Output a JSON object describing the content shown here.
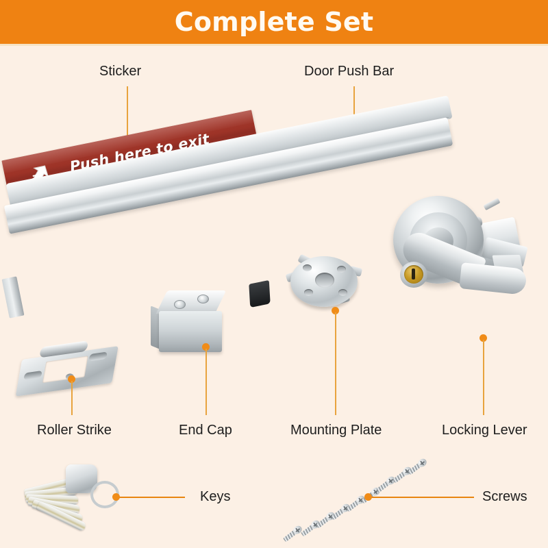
{
  "header": {
    "title": "Complete Set",
    "band_color": "#ef8212",
    "text_color": "#fffaf2"
  },
  "page": {
    "background_color": "#fcf0e5",
    "leader_color": "#e8a33d",
    "dot_color": "#f08c18"
  },
  "sticker": {
    "text": "Push here to exit",
    "color": "#9d3327",
    "text_color": "#fdfcfb",
    "arrow_icon": "push-arrow-icon"
  },
  "callouts": [
    {
      "id": "sticker",
      "label": "Sticker",
      "leader": "vertical"
    },
    {
      "id": "door-push-bar",
      "label": "Door Push Bar",
      "leader": "vertical"
    },
    {
      "id": "roller-strike",
      "label": "Roller Strike",
      "leader": "vertical"
    },
    {
      "id": "end-cap",
      "label": "End Cap",
      "leader": "vertical"
    },
    {
      "id": "mounting-plate",
      "label": "Mounting Plate",
      "leader": "vertical"
    },
    {
      "id": "locking-lever",
      "label": "Locking Lever",
      "leader": "vertical"
    },
    {
      "id": "keys",
      "label": "Keys",
      "leader": "horizontal"
    },
    {
      "id": "screws",
      "label": "Screws",
      "leader": "horizontal"
    }
  ],
  "parts": {
    "push_bar": {
      "name": "door-push-bar",
      "finish": "chrome"
    },
    "roller_strike": {
      "name": "roller-strike",
      "finish": "chrome"
    },
    "end_cap": {
      "name": "end-cap",
      "finish": "chrome",
      "screw_count": 2
    },
    "mounting_plate": {
      "name": "mounting-plate",
      "finish": "chrome",
      "hole_count": 4
    },
    "locking_lever": {
      "name": "locking-lever",
      "finish": "chrome",
      "cylinder_color": "#c79a24"
    },
    "keys": {
      "name": "keys",
      "count": 6
    },
    "screws": {
      "name": "screws",
      "count": 10
    }
  }
}
